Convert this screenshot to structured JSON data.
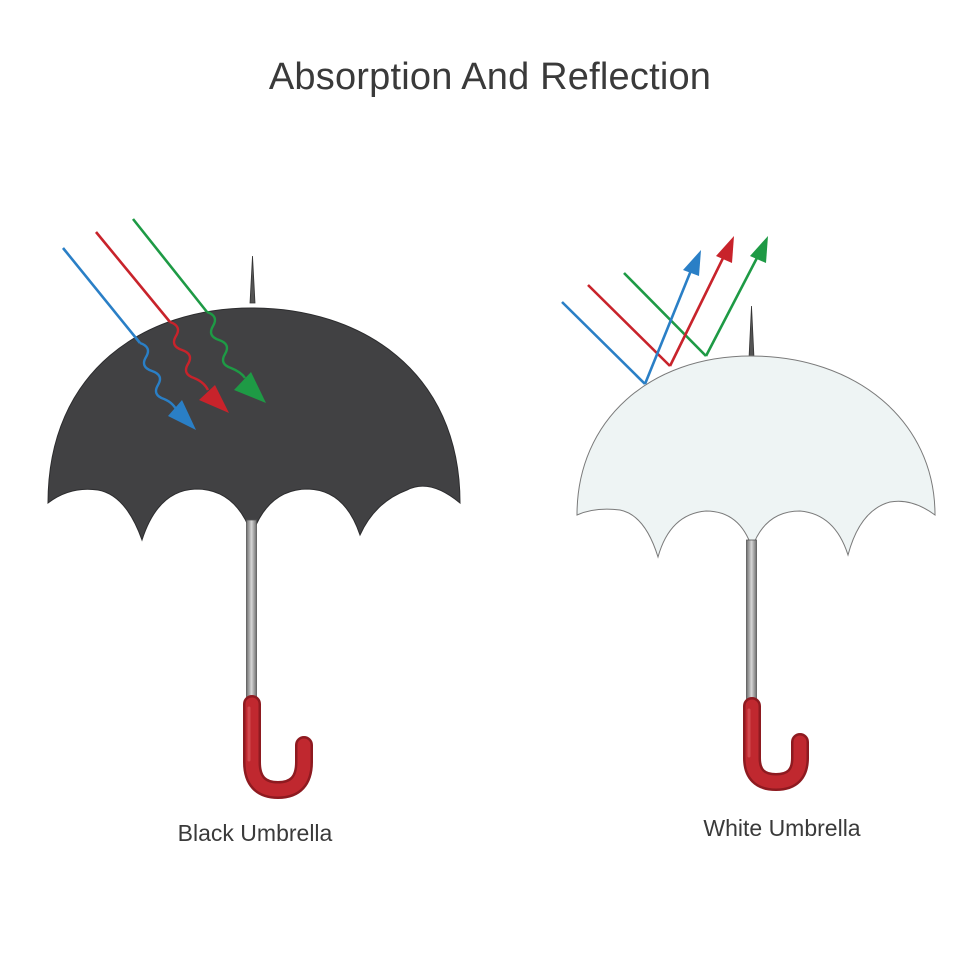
{
  "title": "Absorption And Reflection",
  "umbrellas": [
    {
      "label": "Black Umbrella",
      "canopy_color": "#414143",
      "behavior": "absorbs"
    },
    {
      "label": "White Umbrella",
      "canopy_color": "#eef4f4",
      "behavior": "reflects"
    }
  ],
  "colors": {
    "ray_blue": "#2a7fc6",
    "ray_red": "#c8232b",
    "ray_green": "#1e9a45",
    "handle_red": "#c0282f",
    "shaft_gray": "#9a9a9a",
    "text": "#3a3a3a"
  }
}
